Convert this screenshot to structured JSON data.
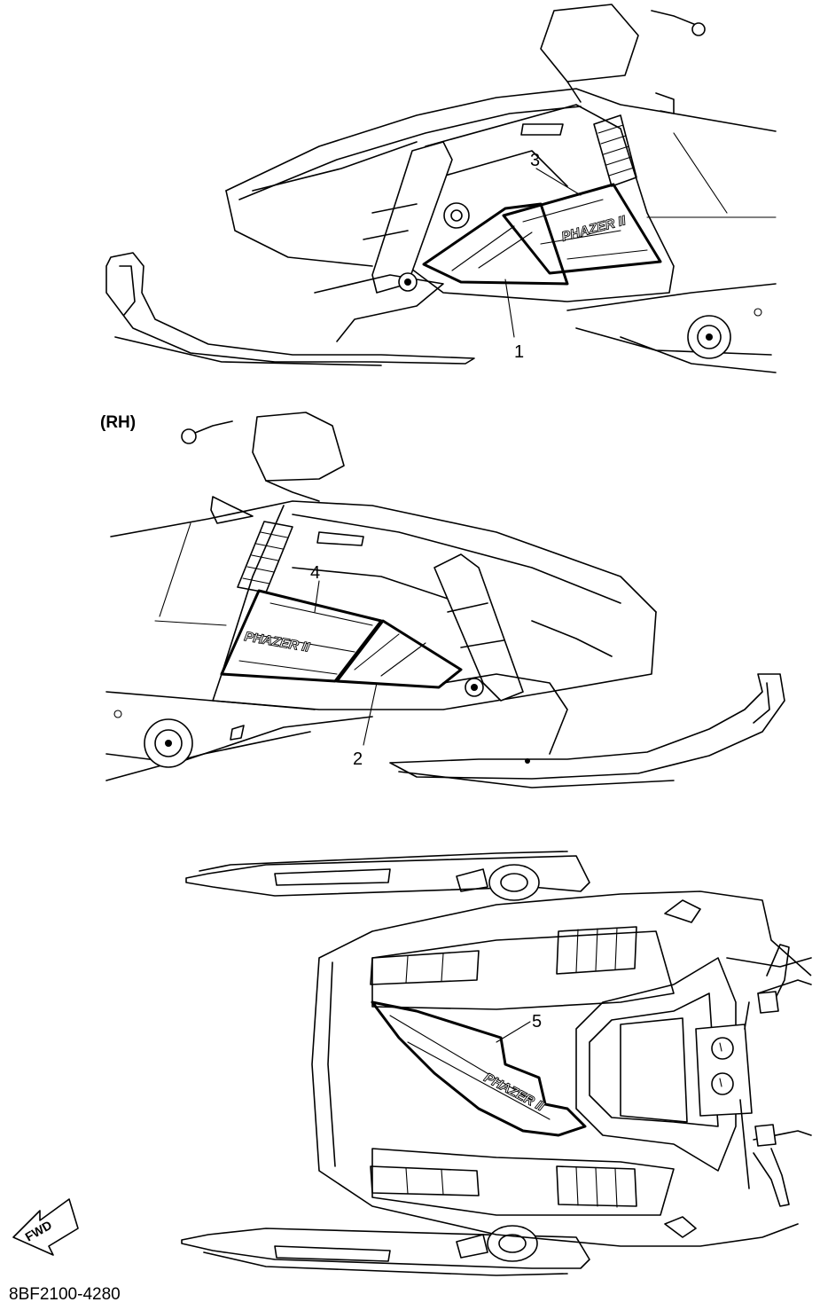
{
  "view_label_rh": "(RH)",
  "callouts": {
    "c1": "1",
    "c2": "2",
    "c3": "3",
    "c4": "4",
    "c5": "5"
  },
  "decal_text": "PHAZER II",
  "fwd_label": "FWD",
  "drawing_code": "8BF2100-4280"
}
